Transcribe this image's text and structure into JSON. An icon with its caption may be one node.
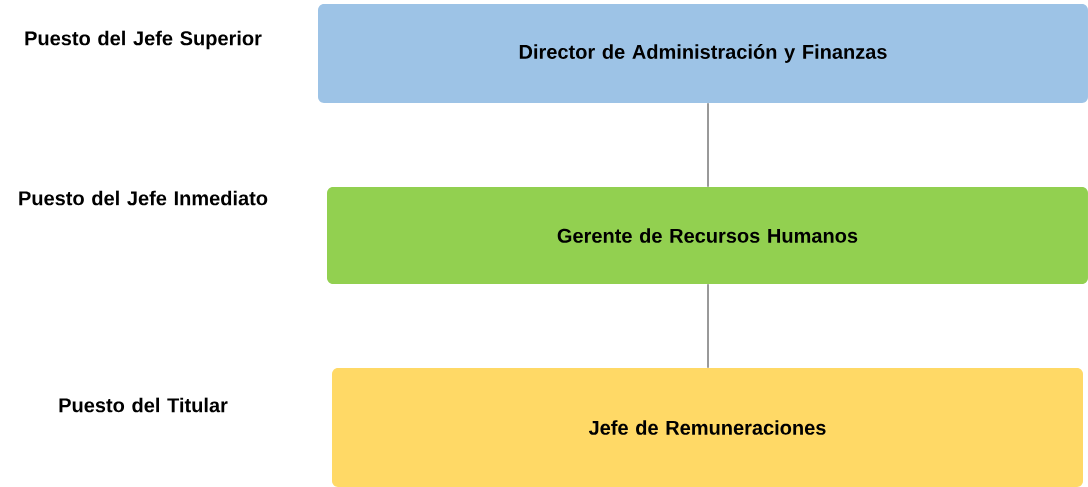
{
  "diagram": {
    "nodes": [
      {
        "text": [
          "Director de Administración y Finanzas"
        ]
      },
      {
        "text": [
          "Gerente de Recursos Humanos"
        ]
      },
      {
        "text": [
          "Jefe de Remuneraciones"
        ]
      }
    ],
    "edges": [
      {
        "from": 0,
        "to": 1,
        "arrow": "none"
      },
      {
        "from": 1,
        "to": 2,
        "arrow": "none"
      }
    ],
    "labels": [
      "Puesto del Jefe Superior",
      "Puesto del Jefe Inmediato",
      "Puesto del Titular"
    ]
  }
}
